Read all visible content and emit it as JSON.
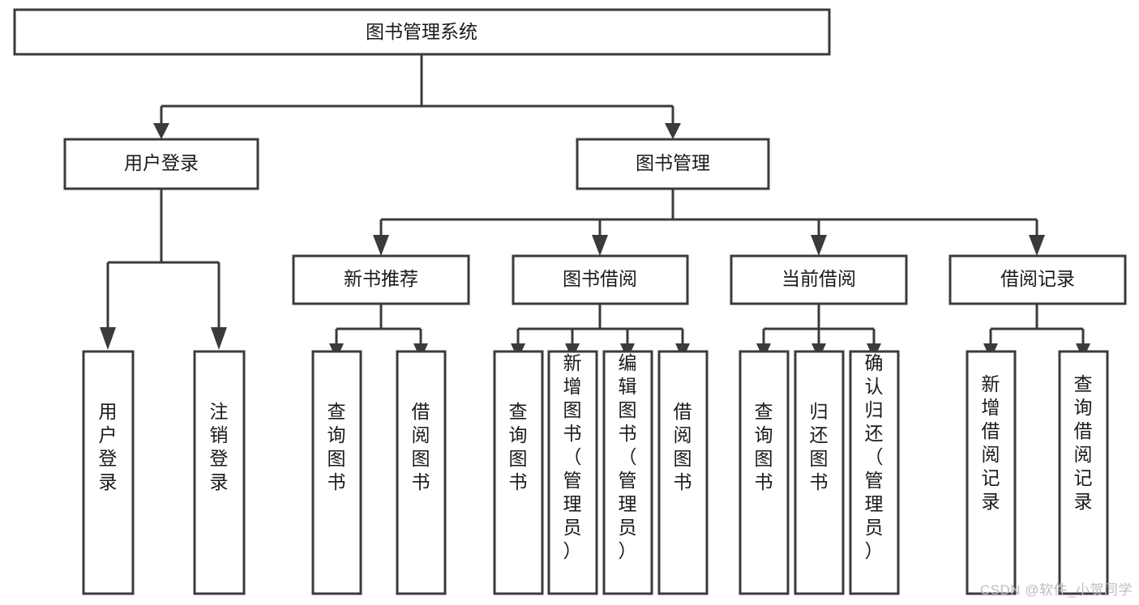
{
  "diagram": {
    "title": "图书管理系统",
    "type": "tree-hierarchy-diagram",
    "colors": {
      "background": "#ffffff",
      "box_fill": "#ffffff",
      "box_stroke": "#3b3b3b",
      "text": "#1a1a1a",
      "watermark": "#bdbdbd"
    },
    "root": {
      "label": "图书管理系统",
      "orientation": "horizontal"
    },
    "level2": [
      {
        "label": "用户登录",
        "orientation": "horizontal"
      },
      {
        "label": "图书管理",
        "orientation": "horizontal"
      }
    ],
    "level3": [
      {
        "label": "新书推荐",
        "orientation": "horizontal"
      },
      {
        "label": "图书借阅",
        "orientation": "horizontal"
      },
      {
        "label": "当前借阅",
        "orientation": "horizontal"
      },
      {
        "label": "借阅记录",
        "orientation": "horizontal"
      }
    ],
    "leaves": {
      "user_login": [
        {
          "label": "用户登录",
          "orientation": "vertical"
        },
        {
          "label": "注销登录",
          "orientation": "vertical"
        }
      ],
      "new_book_recommend": [
        {
          "label": "查询图书",
          "orientation": "vertical"
        },
        {
          "label": "借阅图书",
          "orientation": "vertical"
        }
      ],
      "book_borrow": [
        {
          "label": "查询图书",
          "orientation": "vertical"
        },
        {
          "label": "新增图书（管理员）",
          "orientation": "vertical"
        },
        {
          "label": "编辑图书（管理员）",
          "orientation": "vertical"
        },
        {
          "label": "借阅图书",
          "orientation": "vertical"
        }
      ],
      "current_borrow": [
        {
          "label": "查询图书",
          "orientation": "vertical"
        },
        {
          "label": "归还图书",
          "orientation": "vertical"
        },
        {
          "label": "确认归还（管理员）",
          "orientation": "vertical"
        }
      ],
      "borrow_record": [
        {
          "label": "新增借阅记录",
          "orientation": "vertical"
        },
        {
          "label": "查询借阅记录",
          "orientation": "vertical"
        }
      ]
    }
  },
  "watermark": {
    "text": "CSDN @软件_小贺同学"
  }
}
